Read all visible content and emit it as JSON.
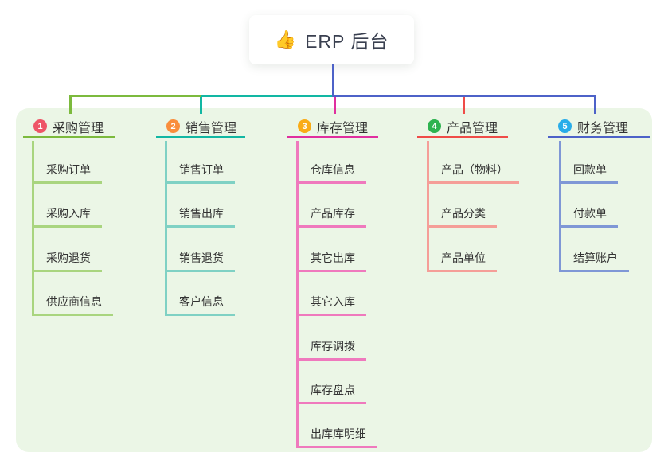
{
  "root": {
    "icon": "👍",
    "title": "ERP 后台"
  },
  "canvas": {
    "background": "#ffffff",
    "panel_color": "#ebf6e6"
  },
  "connector": {
    "root_line_color": "#4d62c8",
    "segment_colors": [
      "#7cba3d",
      "#12b7a3",
      "#4d62c8"
    ]
  },
  "branches": [
    {
      "badge": "1",
      "badge_color": "#ee5567",
      "label": "采购管理",
      "line_color": "#7cba3d",
      "child_line_color": "#a9d57f",
      "children": [
        "采购订单",
        "采购入库",
        "采购退货",
        "供应商信息"
      ]
    },
    {
      "badge": "2",
      "badge_color": "#f98e3c",
      "label": "销售管理",
      "line_color": "#12b7a3",
      "child_line_color": "#7fd1c4",
      "children": [
        "销售订单",
        "销售出库",
        "销售退货",
        "客户信息"
      ]
    },
    {
      "badge": "3",
      "badge_color": "#f9ac17",
      "label": "库存管理",
      "line_color": "#e02f9f",
      "child_line_color": "#ef79bd",
      "children": [
        "仓库信息",
        "产品库存",
        "其它出库",
        "其它入库",
        "库存调拨",
        "库存盘点",
        "出库库明细"
      ]
    },
    {
      "badge": "4",
      "badge_color": "#2eb350",
      "label": "产品管理",
      "line_color": "#ef4c48",
      "child_line_color": "#f59e98",
      "children": [
        "产品（物料）",
        "产品分类",
        "产品单位"
      ]
    },
    {
      "badge": "5",
      "badge_color": "#29ade9",
      "label": "财务管理",
      "line_color": "#4d62c8",
      "child_line_color": "#7f97d6",
      "children": [
        "回款单",
        "付款单",
        "结算账户"
      ]
    }
  ]
}
